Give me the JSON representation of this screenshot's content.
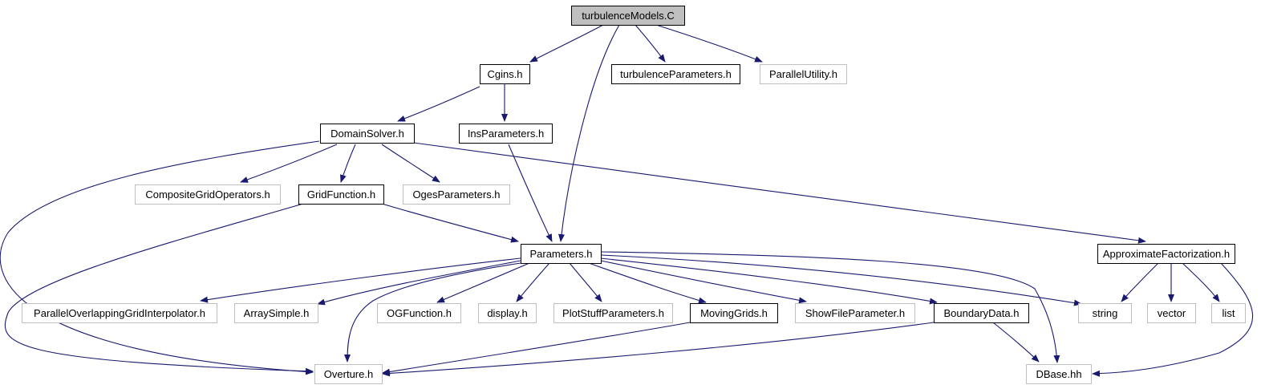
{
  "graph": {
    "colors": {
      "edge": "#191970",
      "node_fill": "#ffffff",
      "root_fill": "#bfbfbf",
      "documented_border": "#000000",
      "external_border": "#bfbfbf",
      "text": "#000000"
    },
    "nodes": [
      {
        "id": "turbulenceModels",
        "label": "turbulenceModels.C",
        "kind": "root"
      },
      {
        "id": "cgins",
        "label": "Cgins.h",
        "kind": "documented"
      },
      {
        "id": "turbulenceParameters",
        "label": "turbulenceParameters.h",
        "kind": "documented"
      },
      {
        "id": "parallelUtility",
        "label": "ParallelUtility.h",
        "kind": "external"
      },
      {
        "id": "domainSolver",
        "label": "DomainSolver.h",
        "kind": "documented"
      },
      {
        "id": "insParameters",
        "label": "InsParameters.h",
        "kind": "documented"
      },
      {
        "id": "compositeGridOperators",
        "label": "CompositeGridOperators.h",
        "kind": "external"
      },
      {
        "id": "gridFunction",
        "label": "GridFunction.h",
        "kind": "documented"
      },
      {
        "id": "ogesParameters",
        "label": "OgesParameters.h",
        "kind": "external"
      },
      {
        "id": "parameters",
        "label": "Parameters.h",
        "kind": "documented"
      },
      {
        "id": "approximateFactorization",
        "label": "ApproximateFactorization.h",
        "kind": "documented"
      },
      {
        "id": "parallelOverlapping",
        "label": "ParallelOverlappingGridInterpolator.h",
        "kind": "external"
      },
      {
        "id": "arraySimple",
        "label": "ArraySimple.h",
        "kind": "external"
      },
      {
        "id": "ogFunction",
        "label": "OGFunction.h",
        "kind": "external"
      },
      {
        "id": "display",
        "label": "display.h",
        "kind": "external"
      },
      {
        "id": "plotStuffParameters",
        "label": "PlotStuffParameters.h",
        "kind": "external"
      },
      {
        "id": "movingGrids",
        "label": "MovingGrids.h",
        "kind": "documented"
      },
      {
        "id": "showFileParameter",
        "label": "ShowFileParameter.h",
        "kind": "external"
      },
      {
        "id": "boundaryData",
        "label": "BoundaryData.h",
        "kind": "documented"
      },
      {
        "id": "string",
        "label": "string",
        "kind": "external"
      },
      {
        "id": "vector",
        "label": "vector",
        "kind": "external"
      },
      {
        "id": "list",
        "label": "list",
        "kind": "external"
      },
      {
        "id": "overture",
        "label": "Overture.h",
        "kind": "external"
      },
      {
        "id": "dbase",
        "label": "DBase.hh",
        "kind": "external"
      }
    ],
    "edges": [
      {
        "from": "turbulenceModels",
        "to": "cgins"
      },
      {
        "from": "turbulenceModels",
        "to": "parameters"
      },
      {
        "from": "turbulenceModels",
        "to": "turbulenceParameters"
      },
      {
        "from": "turbulenceModels",
        "to": "parallelUtility"
      },
      {
        "from": "cgins",
        "to": "domainSolver"
      },
      {
        "from": "cgins",
        "to": "insParameters"
      },
      {
        "from": "domainSolver",
        "to": "overture"
      },
      {
        "from": "domainSolver",
        "to": "compositeGridOperators"
      },
      {
        "from": "domainSolver",
        "to": "gridFunction"
      },
      {
        "from": "domainSolver",
        "to": "ogesParameters"
      },
      {
        "from": "domainSolver",
        "to": "approximateFactorization"
      },
      {
        "from": "insParameters",
        "to": "parameters"
      },
      {
        "from": "gridFunction",
        "to": "overture"
      },
      {
        "from": "gridFunction",
        "to": "parameters"
      },
      {
        "from": "parameters",
        "to": "parallelOverlapping"
      },
      {
        "from": "parameters",
        "to": "arraySimple"
      },
      {
        "from": "parameters",
        "to": "overture"
      },
      {
        "from": "parameters",
        "to": "ogFunction"
      },
      {
        "from": "parameters",
        "to": "display"
      },
      {
        "from": "parameters",
        "to": "plotStuffParameters"
      },
      {
        "from": "parameters",
        "to": "movingGrids"
      },
      {
        "from": "parameters",
        "to": "showFileParameter"
      },
      {
        "from": "parameters",
        "to": "boundaryData"
      },
      {
        "from": "parameters",
        "to": "string"
      },
      {
        "from": "parameters",
        "to": "dbase"
      },
      {
        "from": "approximateFactorization",
        "to": "string"
      },
      {
        "from": "approximateFactorization",
        "to": "vector"
      },
      {
        "from": "approximateFactorization",
        "to": "list"
      },
      {
        "from": "approximateFactorization",
        "to": "dbase"
      },
      {
        "from": "movingGrids",
        "to": "overture"
      },
      {
        "from": "boundaryData",
        "to": "overture"
      },
      {
        "from": "boundaryData",
        "to": "dbase"
      }
    ]
  }
}
